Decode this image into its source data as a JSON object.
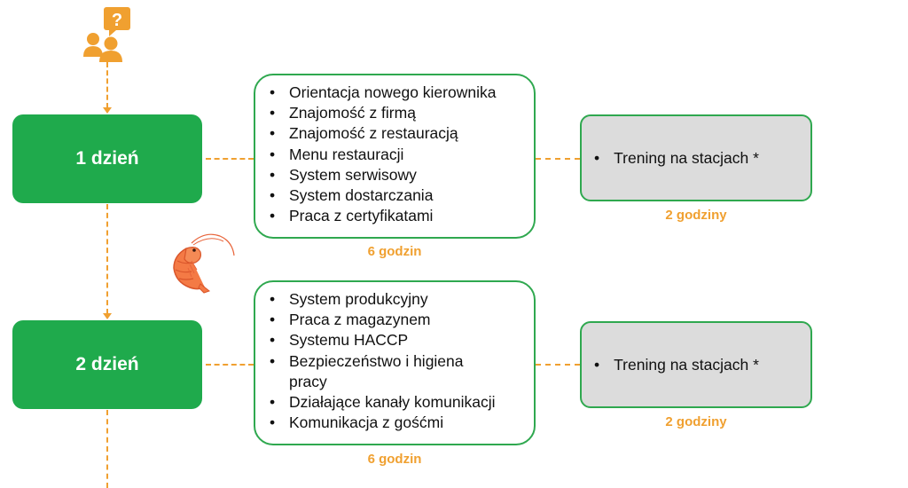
{
  "diagram": {
    "question_icon_glyph": "?",
    "days": [
      {
        "label": "1 dzień",
        "topics": [
          "Orientacja nowego kierownika",
          "Znajomość z firmą",
          "Znajomość z restauracją",
          "Menu restauracji",
          "System serwisowy",
          "System dostarczania",
          "Praca z certyfikatami"
        ],
        "topics_hours": "6 godzin",
        "training": "Trening na stacjach *",
        "training_hours": "2 godziny"
      },
      {
        "label": "2 dzień",
        "topics": [
          "System produkcyjny",
          "Praca z magazynem",
          "Systemu HACCP",
          "Bezpieczeństwo i higiena pracy",
          "Działające kanały komunikacji",
          "Komunikacja z gośćmi"
        ],
        "topics_hours": "6 godzin",
        "training": "Trening na stacjach *",
        "training_hours": "2 godziny"
      }
    ],
    "colors": {
      "accent_orange": "#f0a030",
      "day_green": "#1faa4c",
      "border_green": "#2fa84f",
      "training_gray": "#dcdcdc"
    },
    "icons": [
      "people-question-icon",
      "shrimp-icon"
    ]
  }
}
